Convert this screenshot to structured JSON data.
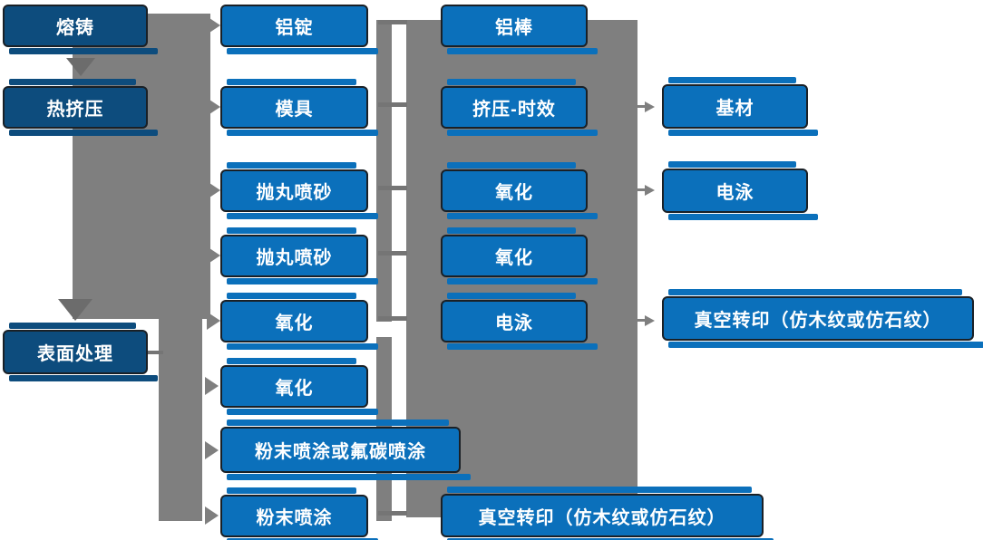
{
  "diagram": {
    "type": "flowchart",
    "language": "zh",
    "description": "Aluminium profile production process flow",
    "colors": {
      "background": "#ffffff",
      "node_fill_blue": "#0b70bb",
      "node_fill_dark_blue": "#0d4c7d",
      "node_border": "#1a2026",
      "node_text": "#ffffff",
      "connector_gray": "#7f7f7f",
      "tick_gray": "#757575",
      "down_arrow_gray": "#6c6c6c"
    },
    "nodes": [
      {
        "id": "melting-casting",
        "label": "熔铸",
        "column": 1,
        "row": 1,
        "style": "dark"
      },
      {
        "id": "hot-extrusion",
        "label": "热挤压",
        "column": 1,
        "row": 2,
        "style": "dark"
      },
      {
        "id": "surface-treatment",
        "label": "表面处理",
        "column": 1,
        "row": "5-6",
        "style": "dark"
      },
      {
        "id": "aluminum-ingot",
        "label": "铝锭",
        "column": 2,
        "row": 1,
        "style": "blue"
      },
      {
        "id": "mold",
        "label": "模具",
        "column": 2,
        "row": 2,
        "style": "blue"
      },
      {
        "id": "shot-blast-sandblast-a",
        "label": "抛丸喷砂",
        "column": 2,
        "row": 3,
        "style": "blue"
      },
      {
        "id": "shot-blast-sandblast-b",
        "label": "抛丸喷砂",
        "column": 2,
        "row": 4,
        "style": "blue"
      },
      {
        "id": "oxidation-a",
        "label": "氧化",
        "column": 2,
        "row": 5,
        "style": "blue"
      },
      {
        "id": "oxidation-b",
        "label": "氧化",
        "column": 2,
        "row": 6,
        "style": "blue"
      },
      {
        "id": "powder-or-fluorocarbon-coating",
        "label": "粉末喷涂或氟碳喷涂",
        "column": 2,
        "row": 7,
        "style": "blue"
      },
      {
        "id": "powder-coating",
        "label": "粉末喷涂",
        "column": 2,
        "row": 8,
        "style": "blue"
      },
      {
        "id": "aluminum-rod",
        "label": "铝棒",
        "column": 3,
        "row": 1,
        "style": "blue"
      },
      {
        "id": "extrusion-aging",
        "label": "挤压-时效",
        "column": 3,
        "row": 2,
        "style": "blue"
      },
      {
        "id": "oxidation-c",
        "label": "氧化",
        "column": 3,
        "row": 3,
        "style": "blue"
      },
      {
        "id": "oxidation-d",
        "label": "氧化",
        "column": 3,
        "row": 4,
        "style": "blue"
      },
      {
        "id": "electrophoresis-a",
        "label": "电泳",
        "column": 3,
        "row": 5,
        "style": "blue"
      },
      {
        "id": "vacuum-transfer-print-a",
        "label": "真空转印（仿木纹或仿石纹）",
        "column": 3,
        "row": 8,
        "style": "blue"
      },
      {
        "id": "base-material",
        "label": "基材",
        "column": 4,
        "row": 2,
        "style": "blue"
      },
      {
        "id": "electrophoresis-b",
        "label": "电泳",
        "column": 4,
        "row": 3,
        "style": "blue"
      },
      {
        "id": "vacuum-transfer-print-b",
        "label": "真空转印（仿木纹或仿石纹）",
        "column": 4,
        "row": 5,
        "style": "blue"
      }
    ],
    "arrows": [
      {
        "from": "melting-casting",
        "to": "hot-extrusion",
        "direction": "down"
      },
      {
        "from": "left-connector",
        "to": "surface-treatment",
        "direction": "down"
      },
      {
        "from": "left-connector",
        "to": "aluminum-ingot",
        "direction": "right"
      },
      {
        "from": "left-connector",
        "to": "mold",
        "direction": "right"
      },
      {
        "from": "left-connector",
        "to": "shot-blast-sandblast-a",
        "direction": "right"
      },
      {
        "from": "left-connector",
        "to": "shot-blast-sandblast-b",
        "direction": "right"
      },
      {
        "from": "left-connector",
        "to": "oxidation-a",
        "direction": "right"
      },
      {
        "from": "left-connector",
        "to": "oxidation-b",
        "direction": "right"
      },
      {
        "from": "left-connector",
        "to": "powder-or-fluorocarbon-coating",
        "direction": "right"
      },
      {
        "from": "left-connector",
        "to": "powder-coating",
        "direction": "right"
      },
      {
        "from": "center-connector",
        "to": "base-material",
        "direction": "right"
      },
      {
        "from": "center-connector",
        "to": "electrophoresis-b",
        "direction": "right"
      },
      {
        "from": "center-connector",
        "to": "vacuum-transfer-print-b",
        "direction": "right"
      }
    ]
  }
}
